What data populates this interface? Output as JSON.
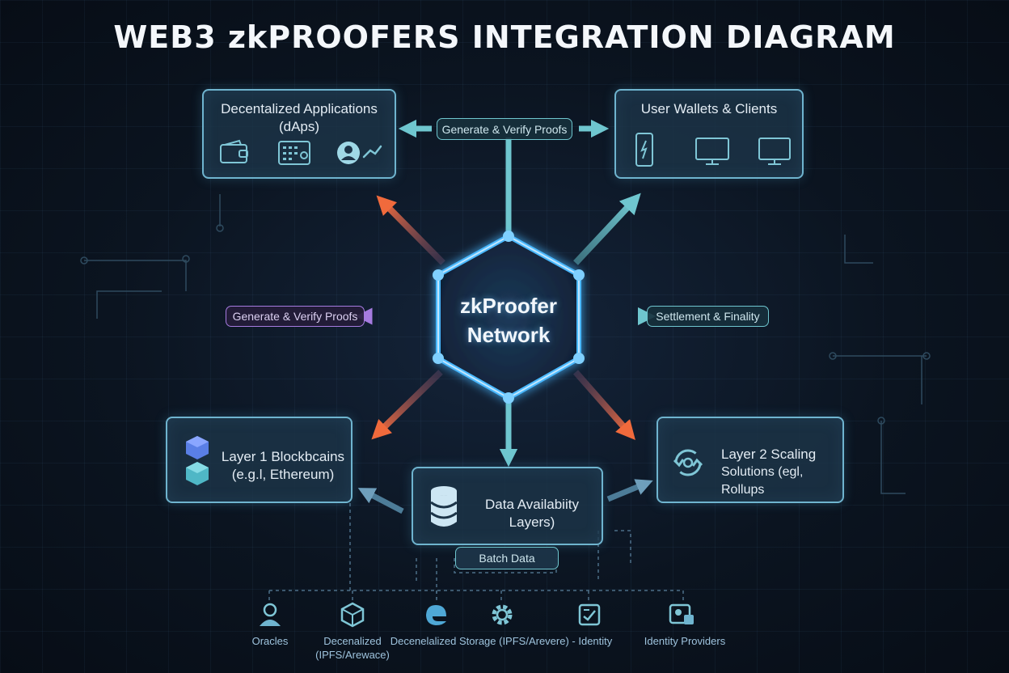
{
  "title": "WEB3 zkPROOFERS INTEGRATION DIAGRAM",
  "hub": {
    "line1": "zkProofer",
    "line2": "Network"
  },
  "nodes": {
    "dapps": {
      "line1": "Decentalized Applications",
      "line2": "(dAps)"
    },
    "wallets": {
      "line1": "User Wallets & Clients"
    },
    "layer1": {
      "line1": "Layer 1 Blockbcains",
      "line2": "(e.g.l, Ethereum)"
    },
    "layer2": {
      "line1": "Layer 2 Scaling",
      "line2": "Solutions (egl, Rollups"
    },
    "data_availability": {
      "line1": "Data Availabiity",
      "line2": "Layers)"
    }
  },
  "edge_labels": {
    "top": "Generate & Verify Proofs",
    "left": "Generate & Verify Proofs",
    "right": "Settlement & Finality",
    "batch": "Batch Data"
  },
  "providers": [
    {
      "label": "Oracles",
      "icon": "person-icon"
    },
    {
      "label": "Decenalized\n(IPFS/Arewace)",
      "icon": "cube-shield-icon"
    },
    {
      "label": "Decenelalized Storage (IPFS/Arevere) - Identity",
      "icon": "edge-swirl-icon"
    },
    {
      "label": "",
      "icon": "gear-icon"
    },
    {
      "label": "",
      "icon": "id-card-icon"
    },
    {
      "label": "Identity Providers",
      "icon": "badge-icon"
    }
  ],
  "colors": {
    "teal": "#6fc6cf",
    "orange": "#f06a3c",
    "purple": "#a67be0",
    "hex_glow": "#49b8ff",
    "box_border": "#6fb4cf"
  }
}
